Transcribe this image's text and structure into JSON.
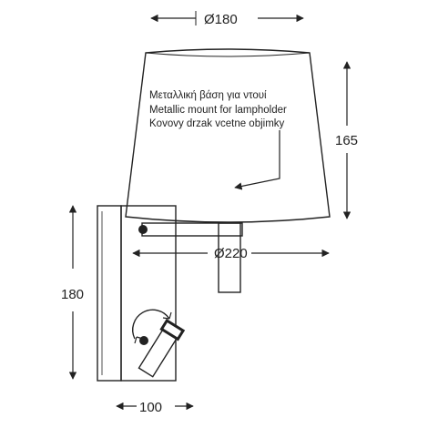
{
  "dimensions": {
    "shade_top_diameter": "Ø180",
    "shade_bottom_diameter": "Ø220",
    "shade_height": "165",
    "base_height": "180",
    "projection": "100"
  },
  "annotation": {
    "greek": "Μεταλλική βάση για ντουί",
    "english": "Metallic mount for lampholder",
    "czech": "Kovovy drzak vcetne objimky"
  }
}
